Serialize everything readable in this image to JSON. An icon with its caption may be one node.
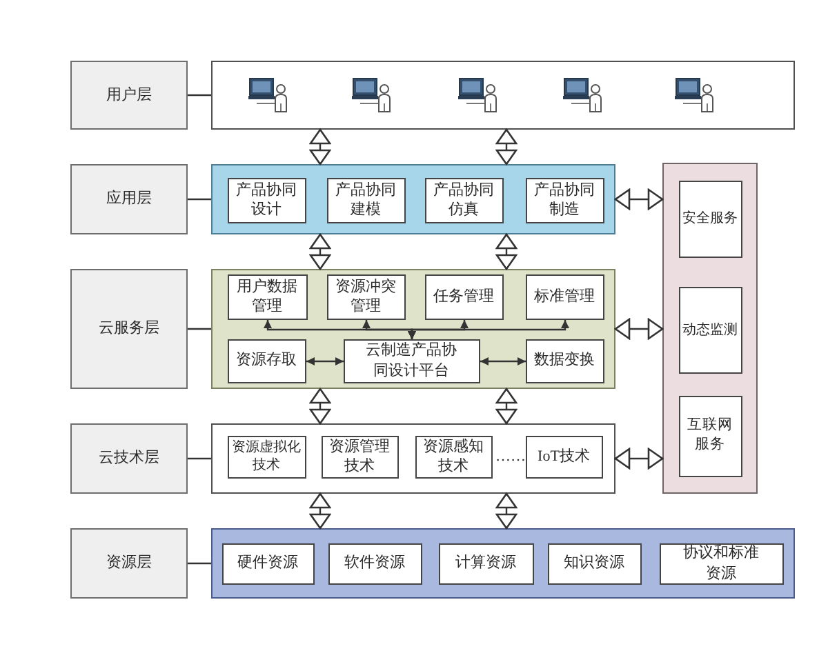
{
  "diagram": {
    "nodes": [
      {
        "text": [
          "用户层"
        ]
      },
      {
        "text": [],
        "shape": "box"
      },
      {
        "text": [
          "应用层"
        ]
      },
      {
        "text": [],
        "shape": "box"
      },
      {
        "text": [
          "产品协同设计"
        ],
        "in": 3
      },
      {
        "text": [
          "产品协同建模"
        ],
        "in": 3
      },
      {
        "text": [
          "产品协同仿真"
        ],
        "in": 3
      },
      {
        "text": [
          "产品协同制造"
        ],
        "in": 3
      },
      {
        "text": [
          "云服务层"
        ]
      },
      {
        "text": [],
        "shape": "box"
      },
      {
        "text": [
          "用户数据管理"
        ],
        "in": 9
      },
      {
        "text": [
          "资源冲突管理"
        ],
        "in": 9
      },
      {
        "text": [
          "任务管理"
        ],
        "in": 9
      },
      {
        "text": [
          "标准管理"
        ],
        "in": 9
      },
      {
        "text": [
          "资源存取"
        ],
        "in": 9
      },
      {
        "text": [
          "云制造产品协同设计平台"
        ],
        "in": 9
      },
      {
        "text": [
          "数据变换"
        ],
        "in": 9
      },
      {
        "text": [
          "云技术层"
        ]
      },
      {
        "text": [],
        "shape": "box"
      },
      {
        "text": [
          "资源虚拟化技术"
        ],
        "in": 18
      },
      {
        "text": [
          "资源管理技术"
        ],
        "in": 18
      },
      {
        "text": [
          "资源感知技术"
        ],
        "in": 18
      },
      {
        "text": [
          "IoT技术"
        ],
        "in": 18
      },
      {
        "text": [
          "资源层"
        ]
      },
      {
        "text": [],
        "shape": "box"
      },
      {
        "text": [
          "硬件资源"
        ],
        "in": 24
      },
      {
        "text": [
          "软件资源"
        ],
        "in": 24
      },
      {
        "text": [
          "计算资源"
        ],
        "in": 24
      },
      {
        "text": [
          "知识资源"
        ],
        "in": 24
      },
      {
        "text": [
          "协议和标准资源"
        ],
        "in": 24
      },
      {
        "text": [],
        "shape": "box"
      },
      {
        "text": [
          "安全服务"
        ],
        "in": 30
      },
      {
        "text": [
          "动态监测"
        ],
        "in": 30
      },
      {
        "text": [
          "互联网服务"
        ],
        "in": 30
      }
    ],
    "edges": [
      {
        "from": 0,
        "to": 1,
        "arrow": "none"
      },
      {
        "from": 1,
        "to": 3,
        "arrow": "both"
      },
      {
        "from": 1,
        "to": 3,
        "arrow": "both"
      },
      {
        "from": 2,
        "to": 3,
        "arrow": "none"
      },
      {
        "from": 3,
        "to": 9,
        "arrow": "both"
      },
      {
        "from": 3,
        "to": 9,
        "arrow": "both"
      },
      {
        "from": 3,
        "to": 30,
        "arrow": "both"
      },
      {
        "from": 8,
        "to": 9,
        "arrow": "none"
      },
      {
        "from": 15,
        "to": 10,
        "arrow": "both"
      },
      {
        "from": 15,
        "to": 11,
        "arrow": "both"
      },
      {
        "from": 15,
        "to": 12,
        "arrow": "both"
      },
      {
        "from": 15,
        "to": 13,
        "arrow": "both"
      },
      {
        "from": 14,
        "to": 15,
        "arrow": "both"
      },
      {
        "from": 15,
        "to": 16,
        "arrow": "both"
      },
      {
        "from": 9,
        "to": 18,
        "arrow": "both"
      },
      {
        "from": 9,
        "to": 18,
        "arrow": "both"
      },
      {
        "from": 9,
        "to": 30,
        "arrow": "both"
      },
      {
        "from": 17,
        "to": 18,
        "arrow": "none"
      },
      {
        "from": 18,
        "to": 24,
        "arrow": "both"
      },
      {
        "from": 18,
        "to": 24,
        "arrow": "both"
      },
      {
        "from": 18,
        "to": 30,
        "arrow": "both"
      },
      {
        "from": 23,
        "to": 24,
        "arrow": "none"
      }
    ],
    "labels": [
      "……"
    ]
  }
}
